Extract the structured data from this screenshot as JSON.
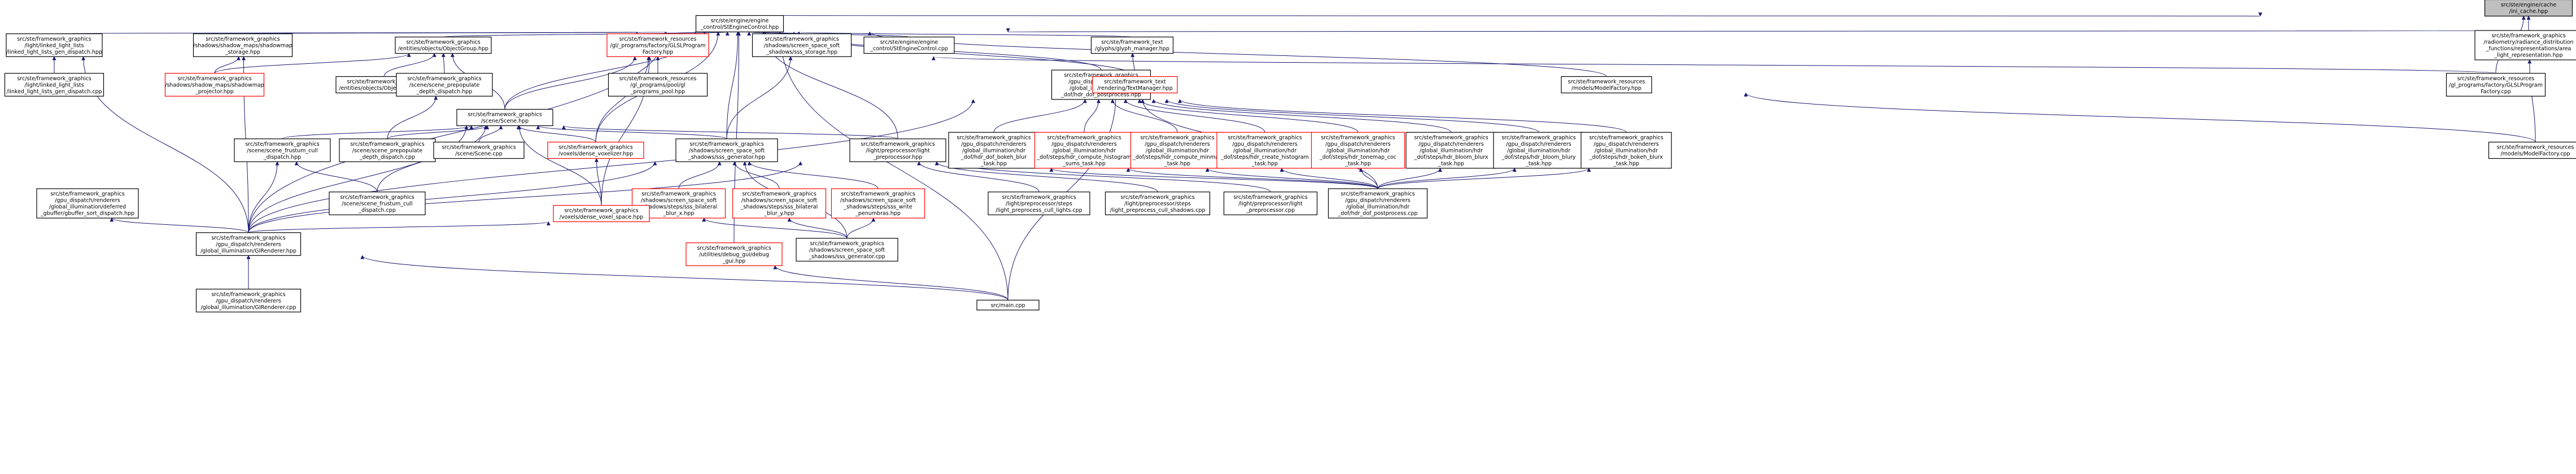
{
  "colors": {
    "edge": "#191970",
    "node_border": "#000000",
    "incomplete_border": "#ff0000",
    "root_fill": "#bfbfbf"
  },
  "nodes": [
    {
      "id": "root",
      "lines": [
        "src/ste/engine/cache",
        "/ini_cache.hpp"
      ]
    },
    {
      "id": "ecs",
      "lines": [
        "src/ste/engine/engine",
        "_control/StEngineControl.hpp"
      ]
    },
    {
      "id": "ll_gen",
      "lines": [
        "src/ste/framework_graphics",
        "/light/linked_light_lists",
        "/linked_light_lists_gen_dispatch.hpp"
      ]
    },
    {
      "id": "shadowmap",
      "lines": [
        "src/ste/framework_graphics",
        "/shadows/shadow_maps/shadowmap",
        "_storage.hpp"
      ]
    },
    {
      "id": "objgroup",
      "lines": [
        "src/ste/framework_graphics",
        "/entities/objects/ObjectGroup.hpp"
      ]
    },
    {
      "id": "glslprog",
      "lines": [
        "src/ste/framework_resources",
        "/gl/_programs/factory/GLSLProgram",
        "Factory.hpp"
      ]
    },
    {
      "id": "sss_storage",
      "lines": [
        "src/ste/framework_graphics",
        "/shadows/screen_space_soft",
        "_shadows/sss_storage.hpp"
      ]
    },
    {
      "id": "ecs_cpp",
      "lines": [
        "src/ste/engine/engine",
        "_control/StEngineControl.cpp"
      ]
    },
    {
      "id": "glyph_hpp",
      "lines": [
        "src/ste/framework_text",
        "/glyphs/glyph_manager.hpp"
      ]
    },
    {
      "id": "radiometry",
      "lines": [
        "src/ste/framework_graphics",
        "/radiometry/radiance_distribution",
        "_functions/representations/area",
        "_light_representation.hpp"
      ]
    },
    {
      "id": "ll_gen_cpp",
      "lines": [
        "src/ste/framework_graphics",
        "/light/linked_light_lists",
        "/linked_light_lists_gen_dispatch.cpp"
      ]
    },
    {
      "id": "shadowmap_proj",
      "lines": [
        "src/ste/framework_graphics",
        "/shadows/shadow_maps/shadowmap",
        "_projector.hpp"
      ]
    },
    {
      "id": "objgroup_cpp",
      "lines": [
        "src/ste/framework_graphics",
        "/entities/objects/ObjectGroup.cpp"
      ]
    },
    {
      "id": "prepop",
      "lines": [
        "src/ste/framework_graphics",
        "/scene/scene_prepopulate",
        "_depth_dispatch.hpp"
      ]
    },
    {
      "id": "pool",
      "lines": [
        "src/ste/framework_resources",
        "/gl_programs/pool/gl",
        "_programs_pool.hpp"
      ]
    },
    {
      "id": "hdr_dispatch",
      "lines": [
        "src/ste/framework_graphics",
        "/gpu_dispatch/renderers",
        "/global_illumination/hdr",
        "_dof/hdr_dof_postprocess.hpp"
      ]
    },
    {
      "id": "textmgr",
      "lines": [
        "src/ste/framework_text",
        "/rendering/TextManager.hpp"
      ]
    },
    {
      "id": "modelfactory",
      "lines": [
        "src/ste/framework_resources",
        "/models/ModelFactory.hpp"
      ]
    },
    {
      "id": "glslprog_cpp",
      "lines": [
        "src/ste/framework_resources",
        "/gl_programs/factory/GLSLProgram",
        "Factory.cpp"
      ]
    },
    {
      "id": "scene",
      "lines": [
        "src/ste/framework_graphics",
        "/scene/Scene.hpp"
      ]
    },
    {
      "id": "frustum",
      "lines": [
        "src/ste/framework_graphics",
        "/scene/scene_frustum_cull",
        "_dispatch.hpp"
      ]
    },
    {
      "id": "prepop_cpp",
      "lines": [
        "src/ste/framework_graphics",
        "/scene/scene_prepopulate",
        "_depth_dispatch.cpp"
      ]
    },
    {
      "id": "scene_cpp",
      "lines": [
        "src/ste/framework_graphics",
        "/scene/Scene.cpp"
      ]
    },
    {
      "id": "voxelizer",
      "lines": [
        "src/ste/framework_graphics",
        "/voxels/dense_voxelizer.hpp"
      ]
    },
    {
      "id": "sss_gen",
      "lines": [
        "src/ste/framework_graphics",
        "/shadows/screen_space_soft",
        "_shadows/sss_generator.hpp"
      ]
    },
    {
      "id": "lp_hpp",
      "lines": [
        "src/ste/framework_graphics",
        "/light/preprocessor/light",
        "_preprocessor.hpp"
      ]
    },
    {
      "id": "bokeh_blur",
      "lines": [
        "src/ste/framework_graphics",
        "/gpu_dispatch/renderers",
        "/global_illumination/hdr",
        "_dof/hdr_dof_bokeh_blur",
        "_task.hpp"
      ]
    },
    {
      "id": "hist_sums",
      "lines": [
        "src/ste/framework_graphics",
        "/gpu_dispatch/renderers",
        "/global_illumination/hdr",
        "_dof/steps/hdr_compute_histogram",
        "_sums_task.hpp"
      ]
    },
    {
      "id": "minmax",
      "lines": [
        "src/ste/framework_graphics",
        "/gpu_dispatch/renderers",
        "/global_illumination/hdr",
        "_dof/steps/hdr_compute_minmax",
        "_task.hpp"
      ]
    },
    {
      "id": "create_hist",
      "lines": [
        "src/ste/framework_graphics",
        "/gpu_dispatch/renderers",
        "/global_illumination/hdr",
        "_dof/steps/hdr_create_histogram",
        "_task.hpp"
      ]
    },
    {
      "id": "tonemap",
      "lines": [
        "src/ste/framework_graphics",
        "/gpu_dispatch/renderers",
        "/global_illumination/hdr",
        "_dof/steps/hdr_tonemap_coc",
        "_task.hpp"
      ]
    },
    {
      "id": "bloom_blurx",
      "lines": [
        "src/ste/framework_graphics",
        "/gpu_dispatch/renderers",
        "/global_illumination/hdr",
        "_dof/steps/hdr_bloom_blurx",
        "_task.hpp"
      ]
    },
    {
      "id": "bloom_blury",
      "lines": [
        "src/ste/framework_graphics",
        "/gpu_dispatch/renderers",
        "/global_illumination/hdr",
        "_dof/steps/hdr_bloom_blury",
        "_task.hpp"
      ]
    },
    {
      "id": "bokeh_bilat",
      "lines": [
        "src/ste/framework_graphics",
        "/gpu_dispatch/renderers",
        "/global_illumination/hdr",
        "_dof/steps/hdr_bokeh_blurx",
        "_task.hpp"
      ]
    },
    {
      "id": "modelfactory_cpp",
      "lines": [
        "src/ste/framework_resources",
        "/models/ModelFactory.cpp"
      ]
    },
    {
      "id": "gbuf_sort",
      "lines": [
        "src/ste/framework_graphics",
        "/gpu_dispatch/renderers",
        "/global_illumination/deferred",
        "_gbuffer/gbuffer_sort_dispatch.hpp"
      ]
    },
    {
      "id": "frustum_cpp",
      "lines": [
        "src/ste/framework_graphics",
        "/scene/scene_frustum_cull",
        "_dispatch.cpp"
      ]
    },
    {
      "id": "bilat_x",
      "lines": [
        "src/ste/framework_graphics",
        "/shadows/screen_space_soft",
        "_shadows/steps/sss_bilateral",
        "_blur_x.hpp"
      ]
    },
    {
      "id": "bilat_y",
      "lines": [
        "src/ste/framework_graphics",
        "/shadows/screen_space_soft",
        "_shadows/steps/sss_bilateral",
        "_blur_y.hpp"
      ]
    },
    {
      "id": "penumbras",
      "lines": [
        "src/ste/framework_graphics",
        "/shadows/screen_space_soft",
        "_shadows/steps/sss_write",
        "_penumbras.hpp"
      ]
    },
    {
      "id": "cull_lights",
      "lines": [
        "src/ste/framework_graphics",
        "/light/preprocessor/steps",
        "/light_preprocess_cull_lights.cpp"
      ]
    },
    {
      "id": "cull_shadows",
      "lines": [
        "src/ste/framework_graphics",
        "/light/preprocessor/steps",
        "/light_preprocess_cull_shadows.cpp"
      ]
    },
    {
      "id": "lp_cpp",
      "lines": [
        "src/ste/framework_graphics",
        "/light/preprocessor/light",
        "_preprocessor.cpp"
      ]
    },
    {
      "id": "hdr_cpp",
      "lines": [
        "src/ste/framework_graphics",
        "/gpu_dispatch/renderers",
        "/global_illumination/hdr",
        "_dof/hdr_dof_postprocess.cpp"
      ]
    },
    {
      "id": "dense_space",
      "lines": [
        "src/ste/framework_graphics",
        "/voxels/dense_voxel_space.hpp"
      ]
    },
    {
      "id": "gi_hpp",
      "lines": [
        "src/ste/framework_graphics",
        "/gpu_dispatch/renderers",
        "/global_illumination/GIRenderer.hpp"
      ]
    },
    {
      "id": "debug_gui",
      "lines": [
        "src/ste/framework_graphics",
        "/utilities/debug_gui/debug",
        "_gui.hpp"
      ]
    },
    {
      "id": "sss_gen_cpp",
      "lines": [
        "src/ste/framework_graphics",
        "/shadows/screen_space_soft",
        "_shadows/sss_generator.cpp"
      ]
    },
    {
      "id": "gi_cpp",
      "lines": [
        "src/ste/framework_graphics",
        "/gpu_dispatch/renderers",
        "/global_illumination/GIRenderer.cpp"
      ]
    },
    {
      "id": "main",
      "lines": [
        "src/main.cpp"
      ]
    }
  ]
}
